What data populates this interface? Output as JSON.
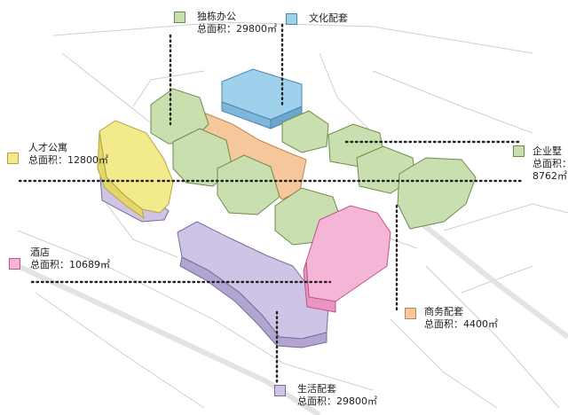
{
  "colors": {
    "office": "#c9dfb0",
    "culture": "#9fd0ec",
    "talent": "#f3ea8c",
    "enterprise": "#c9dfb0",
    "hotel": "#f5b5d6",
    "business": "#f5c79a",
    "life": "#cfc3e6",
    "leader": "#222222"
  },
  "labels": {
    "office": {
      "title": "独栋办公",
      "area": "总面积：29800㎡",
      "icon": "green-building-icon"
    },
    "culture": {
      "title": "文化配套",
      "icon": "blue-building-icon"
    },
    "talent": {
      "title": "人才公寓",
      "area": "总面积：12800㎡",
      "icon": "yellow-building-icon"
    },
    "enterprise": {
      "title": "企业墅",
      "area_line1": "总面积：",
      "area_line2": "8762㎡",
      "icon": "green-building-icon"
    },
    "hotel": {
      "title": "酒店",
      "area": "总面积：10689㎡",
      "icon": "pink-building-icon"
    },
    "business": {
      "title": "商务配套",
      "area": "总面积：4400㎡",
      "icon": "orange-building-icon"
    },
    "life": {
      "title": "生活配套",
      "area": "总面积：29800㎡",
      "icon": "purple-building-icon"
    }
  }
}
